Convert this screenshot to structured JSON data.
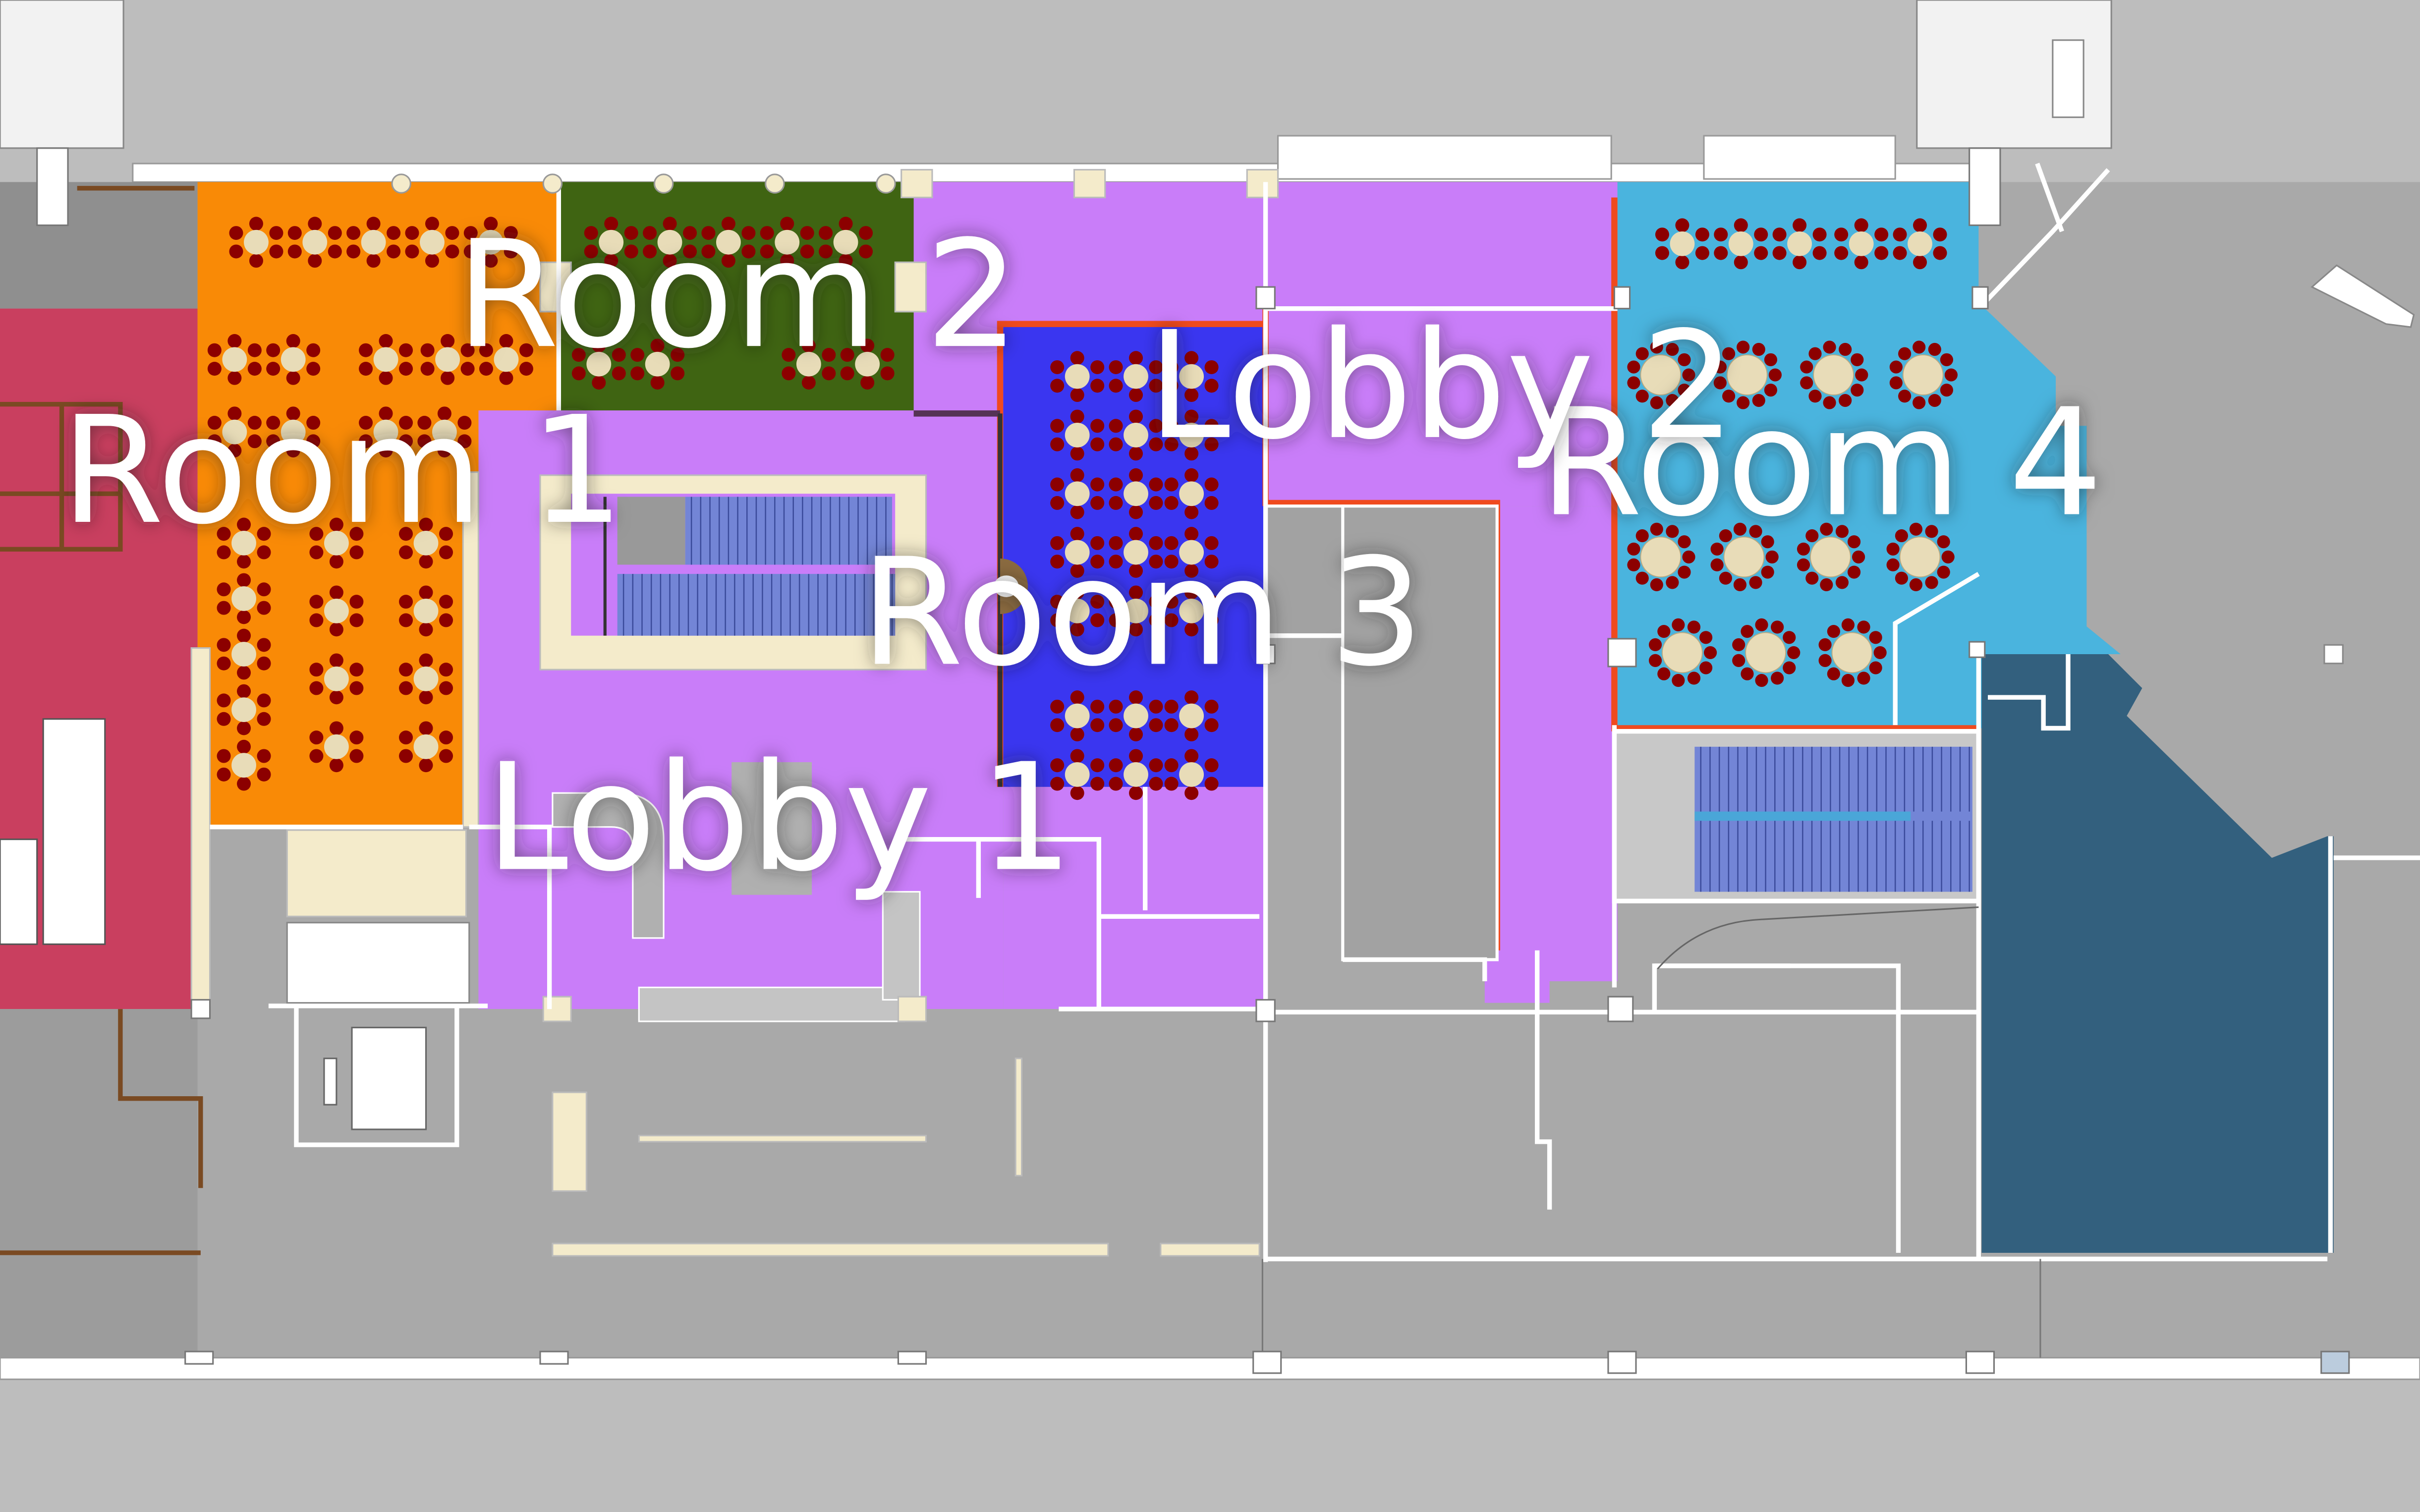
{
  "labels": {
    "room1": "Room 1",
    "room2": "Room 2",
    "room3": "Room 3",
    "room4": "Room 4",
    "lobby1": "Lobby 1",
    "lobby2": "Lobby 2"
  },
  "colors": {
    "background": "#bdbdbd",
    "floor_gray": "#a9a9a9",
    "wall": "#ffffff",
    "room1": "#f98a06",
    "room2": "#3f6412",
    "room3": "#3a36f0",
    "room4": "#4ab4de",
    "lobby": "#c97df9",
    "left_red": "#c93f5f",
    "dark_blue": "#33607e",
    "stairs": "#7385d6",
    "beige": "#f4ebcb",
    "red_line": "#f04a1e",
    "chair": "#8c0000",
    "table": "#e8dcb8"
  }
}
